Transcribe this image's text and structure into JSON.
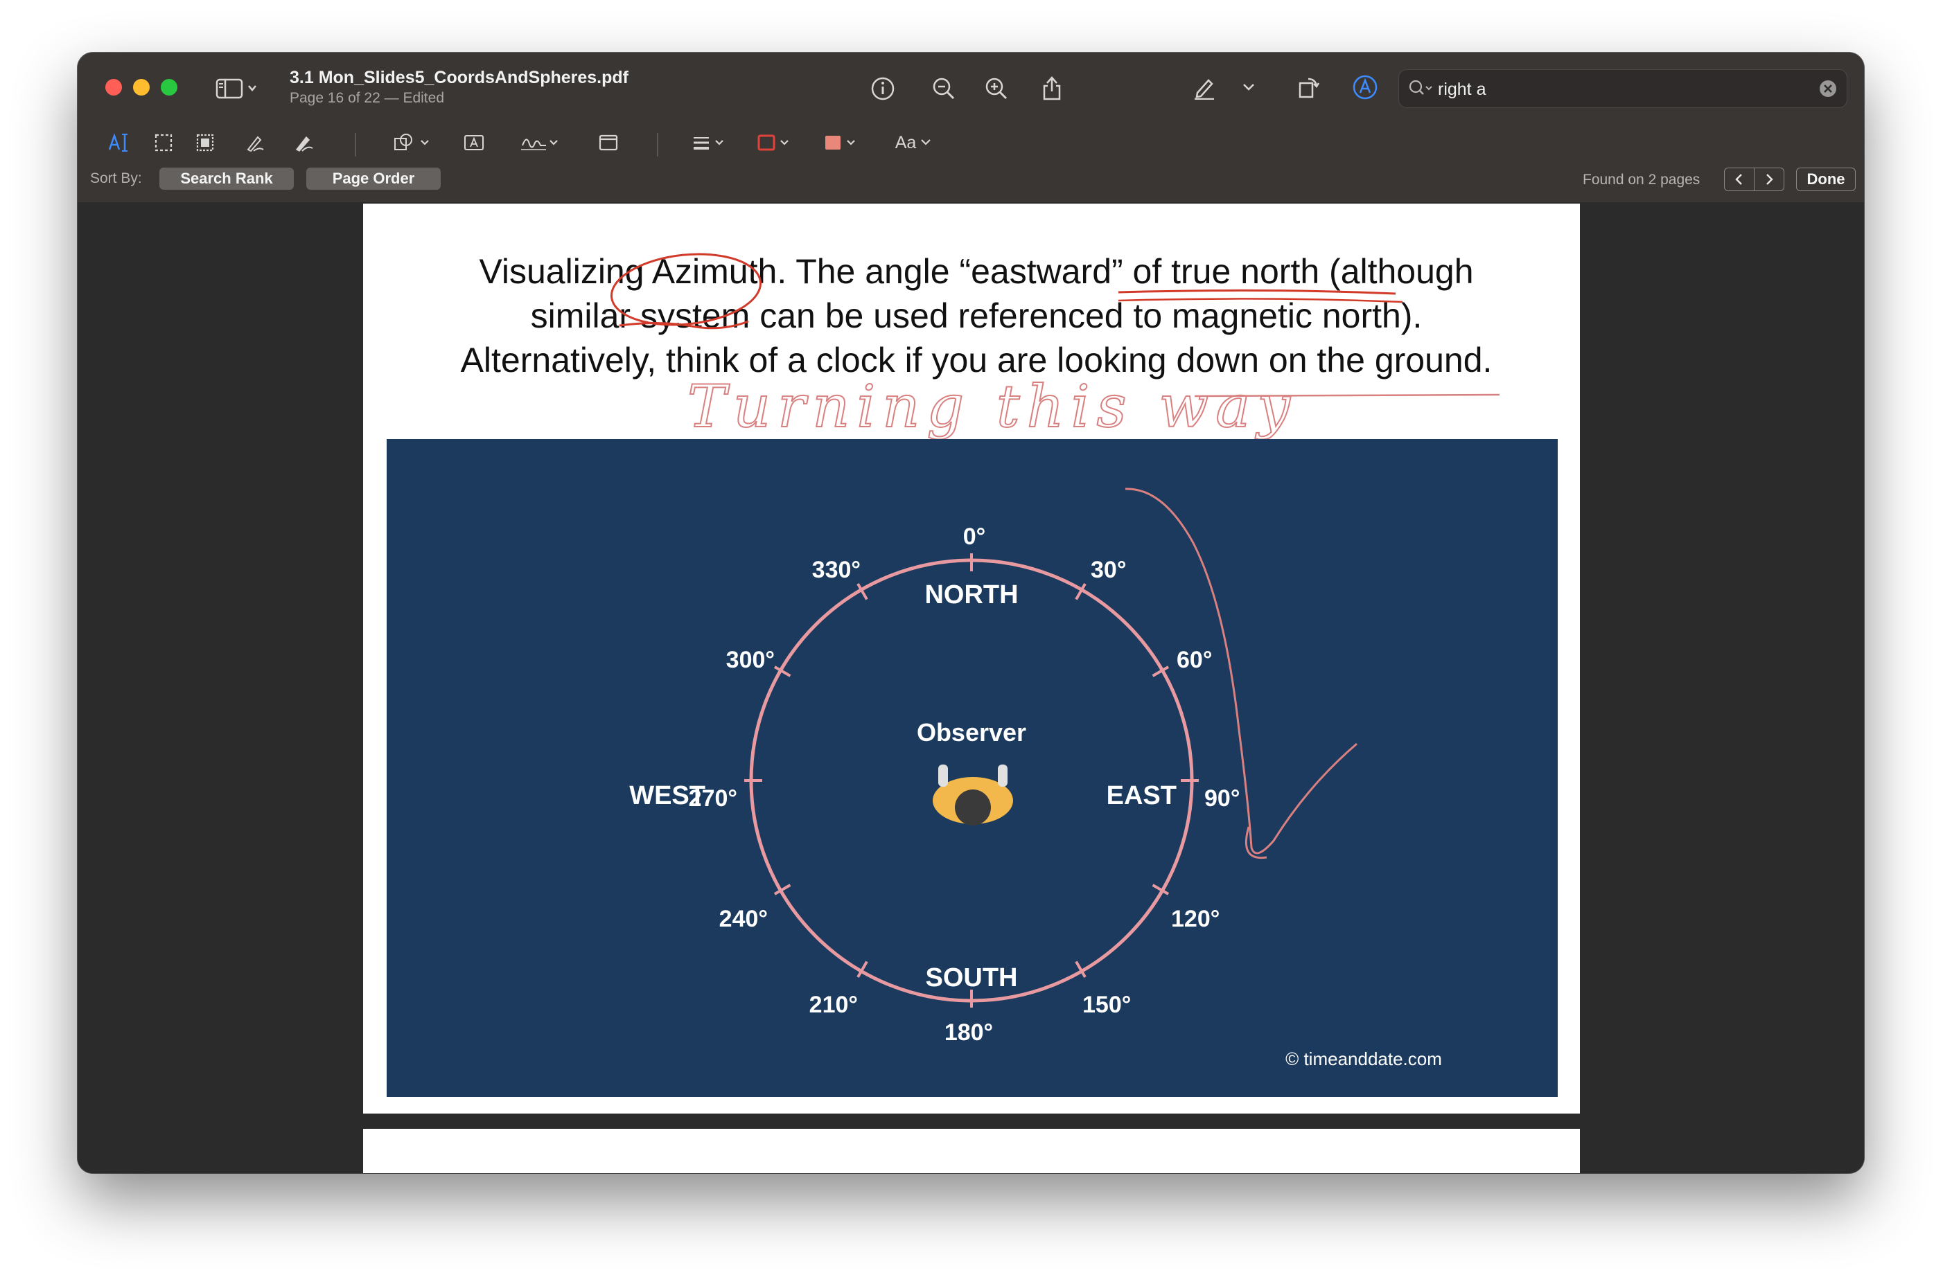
{
  "window": {
    "title": "3.1 Mon_Slides5_CoordsAndSpheres.pdf",
    "subtitle": "Page 16 of 22 — Edited"
  },
  "toolbar": {
    "icons": [
      "sidebar-icon",
      "info-icon",
      "zoom-out-icon",
      "zoom-in-icon",
      "share-icon",
      "highlight-pen-icon",
      "rotate-icon",
      "markup-icon",
      "redact-icon"
    ],
    "font_label": "Aa",
    "search_value": "right a"
  },
  "sortbar": {
    "label": "Sort By:",
    "search_rank": "Search Rank",
    "page_order": "Page Order",
    "found": "Found on 2 pages",
    "prev": "<",
    "next": ">",
    "done": "Done"
  },
  "slide": {
    "heading_line1_pre": "Visualizing ",
    "heading_line1_word": "Azimuth",
    "heading_line1_post": ".  The angle “eastward” of true north (although",
    "heading_line2": "similar system can be used referenced to magnetic north).",
    "heading_line3": "Alternatively, think of a clock if you are looking down on the ground.",
    "annotation": "Turning this way",
    "compass": {
      "observer": "Observer",
      "north": "NORTH",
      "south": "SOUTH",
      "east": "EAST",
      "west": "WEST",
      "deg_0": "0°",
      "deg_30": "30°",
      "deg_60": "60°",
      "deg_90": "90°",
      "deg_120": "120°",
      "deg_150": "150°",
      "deg_180": "180°",
      "deg_210": "210°",
      "deg_240": "240°",
      "deg_270": "270°",
      "deg_300": "300°",
      "deg_330": "330°",
      "credit": "© timeanddate.com"
    }
  },
  "colors": {
    "figure_bg": "#1b3a5e",
    "circle": "#e89aa0",
    "annotation_red": "#d23a2a",
    "annotation_pink": "#d98080"
  }
}
